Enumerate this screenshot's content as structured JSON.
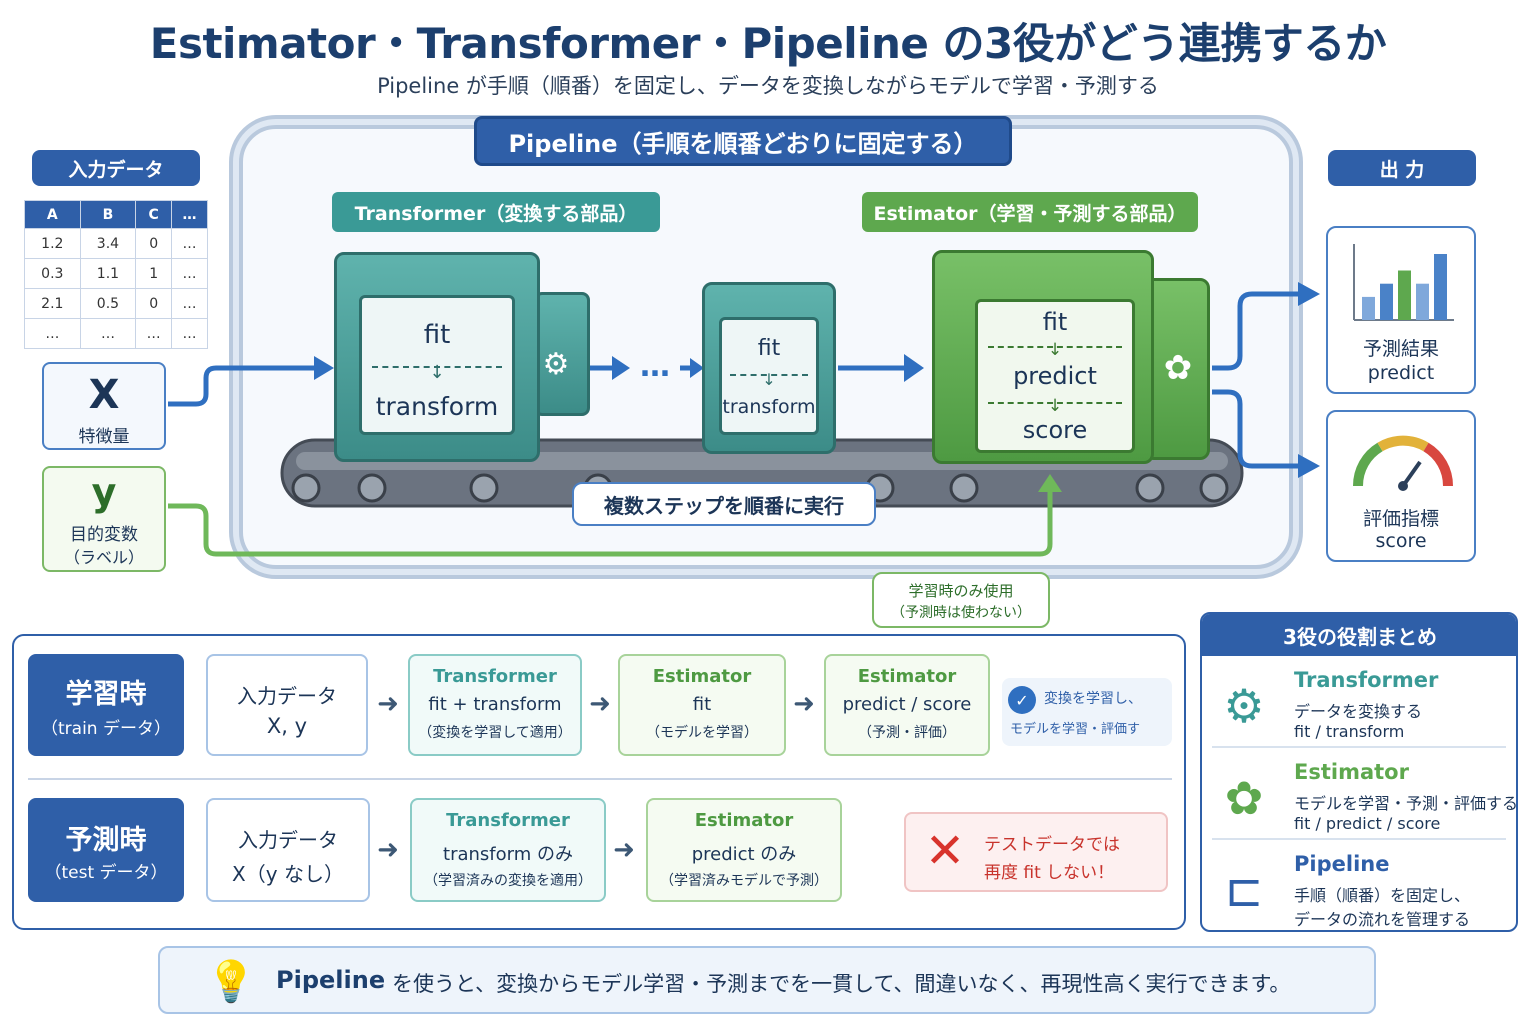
{
  "title": "Estimator・Transformer・Pipeline の3役がどう連携するか",
  "subtitle": "Pipeline が手順（順番）を固定し、データを変換しながらモデルで学習・予測する",
  "pipeline_label": "Pipeline（手順を順番どおりに固定する）",
  "input": {
    "header": "入力データ",
    "columns": [
      "A",
      "B",
      "C",
      "…"
    ],
    "rows": [
      [
        "1.2",
        "3.4",
        "0",
        "…"
      ],
      [
        "0.3",
        "1.1",
        "1",
        "…"
      ],
      [
        "2.1",
        "0.5",
        "0",
        "…"
      ],
      [
        "…",
        "…",
        "…",
        "…"
      ]
    ],
    "x_symbol": "X",
    "x_label": "特徴量",
    "y_symbol": "y",
    "y_label_1": "目的変数",
    "y_label_2": "（ラベル）"
  },
  "transformer": {
    "label": "Transformer（変換する部品）",
    "m1_fit": "fit",
    "m1_transform": "transform",
    "ellipsis": "…",
    "m2_fit": "fit",
    "m2_transform": "transform"
  },
  "estimator": {
    "label": "Estimator（学習・予測する部品）",
    "fit": "fit",
    "predict": "predict",
    "score": "score"
  },
  "conveyor_label": "複数ステップを順番に実行",
  "train_only_note_1": "学習時のみ使用",
  "train_only_note_2": "（予測時は使わない）",
  "output": {
    "header": "出 力",
    "pred_label_1": "予測結果",
    "pred_label_2": "predict",
    "score_label_1": "評価指標",
    "score_label_2": "score",
    "bar_values": [
      0.35,
      0.55,
      0.75,
      0.55,
      1.0
    ]
  },
  "train_row": {
    "label_1": "学習時",
    "label_2": "（train データ）",
    "input_1": "入力データ",
    "input_2": "X, y",
    "t_title": "Transformer",
    "t_main": "fit + transform",
    "t_note": "（変換を学習して適用）",
    "e1_title": "Estimator",
    "e1_main": "fit",
    "e1_note": "（モデルを学習）",
    "e2_title": "Estimator",
    "e2_main": "predict / score",
    "e2_note": "（予測・評価）",
    "check_1": "変換を学習し、",
    "check_2": "モデルを学習・評価す"
  },
  "test_row": {
    "label_1": "予測時",
    "label_2": "（test データ）",
    "input_1": "入力データ",
    "input_2": "X（y なし）",
    "t_title": "Transformer",
    "t_main": "transform のみ",
    "t_note": "（学習済みの変換を適用）",
    "e_title": "Estimator",
    "e_main": "predict のみ",
    "e_note": "（学習済みモデルで予測）",
    "warn_1": "テストデータでは",
    "warn_2": "再度 fit しない！"
  },
  "summary": {
    "header": "3役の役割まとめ",
    "items": [
      {
        "title": "Transformer",
        "line1": "データを変換する",
        "line2": "fit / transform",
        "color": "#3a9a96",
        "icon": "gear-icon"
      },
      {
        "title": "Estimator",
        "line1": "モデルを学習・予測・評価する",
        "line2": "fit / predict / score",
        "color": "#5ea84e",
        "icon": "brain-icon"
      },
      {
        "title": "Pipeline",
        "line1": "手順（順番）を固定し、",
        "line2": "データの流れを管理する",
        "color": "#2f5fa8",
        "icon": "pipe-icon"
      }
    ]
  },
  "tip": {
    "keyword": "Pipeline",
    "text": "を使うと、変換からモデル学習・予測までを一貫して、間違いなく、再現性高く実行できます。"
  }
}
